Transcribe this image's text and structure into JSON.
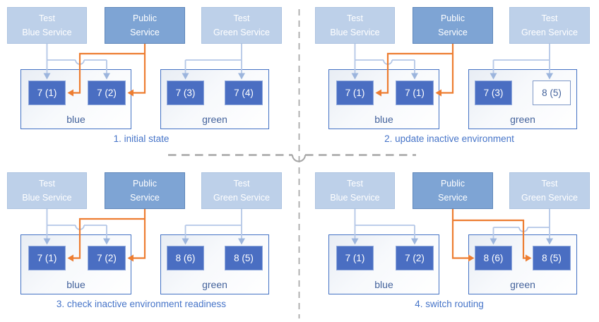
{
  "diagram": {
    "kind": "blue-green deployment steps",
    "colors": {
      "light_service_fill": "#bdd0e9",
      "public_service_fill": "#7ea4d4",
      "pod_fill": "#4a6ec2",
      "inactive_pod_fill": "#ffffff",
      "env_border": "#4472c4",
      "light_arrow": "#b4c7e7",
      "orange_arrow": "#ed7d31",
      "caption_text": "#4674c8",
      "env_label_text": "#44639c",
      "divider_gray": "#a6a6a6"
    }
  },
  "quadrants": [
    {
      "caption": "1. initial state",
      "public_routes_to": "blue",
      "services": {
        "test_blue": {
          "line1": "Test",
          "line2": "Blue Service"
        },
        "public": {
          "line1": "Public",
          "line2": "Service"
        },
        "test_green": {
          "line1": "Test",
          "line2": "Green Service"
        }
      },
      "environments": {
        "blue": {
          "label": "blue",
          "pods": [
            "7 (1)",
            "7 (2)"
          ]
        },
        "green": {
          "label": "green",
          "pods": [
            "7 (3)",
            "7 (4)"
          ]
        }
      }
    },
    {
      "caption": "2. update inactive environment",
      "public_routes_to": "blue",
      "services": {
        "test_blue": {
          "line1": "Test",
          "line2": "Blue Service"
        },
        "public": {
          "line1": "Public",
          "line2": "Service"
        },
        "test_green": {
          "line1": "Test",
          "line2": "Green Service"
        }
      },
      "environments": {
        "blue": {
          "label": "blue",
          "pods": [
            "7 (1)",
            "7 (1)"
          ]
        },
        "green": {
          "label": "green",
          "pods": [
            "7 (3)",
            "8 (5)"
          ],
          "pod_states": [
            "active",
            "updating"
          ]
        }
      }
    },
    {
      "caption": "3. check inactive environment readiness",
      "public_routes_to": "blue",
      "services": {
        "test_blue": {
          "line1": "Test",
          "line2": "Blue Service"
        },
        "public": {
          "line1": "Public",
          "line2": "Service"
        },
        "test_green": {
          "line1": "Test",
          "line2": "Green Service"
        }
      },
      "environments": {
        "blue": {
          "label": "blue",
          "pods": [
            "7 (1)",
            "7 (2)"
          ]
        },
        "green": {
          "label": "green",
          "pods": [
            "8 (6)",
            "8 (5)"
          ]
        }
      }
    },
    {
      "caption": "4. switch routing",
      "public_routes_to": "green",
      "services": {
        "test_blue": {
          "line1": "Test",
          "line2": "Blue Service"
        },
        "public": {
          "line1": "Public",
          "line2": "Service"
        },
        "test_green": {
          "line1": "Test",
          "line2": "Green Service"
        }
      },
      "environments": {
        "blue": {
          "label": "blue",
          "pods": [
            "7 (1)",
            "7 (2)"
          ]
        },
        "green": {
          "label": "green",
          "pods": [
            "8 (6)",
            "8 (5)"
          ]
        }
      }
    }
  ]
}
